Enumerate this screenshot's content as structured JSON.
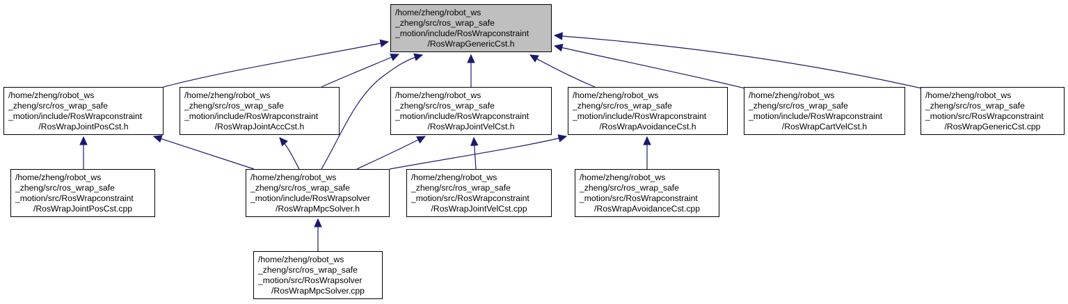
{
  "colors": {
    "edge": "#191970",
    "root_fill": "#bfbfbf",
    "node_fill": "#ffffff",
    "border": "#000000"
  },
  "nodes": [
    {
      "id": "n0",
      "root": true,
      "lines": [
        "/home/zheng/robot_ws",
        "_zheng/src/ros_wrap_safe",
        "_motion/include/RosWrapconstraint",
        "/RosWrapGenericCst.h"
      ]
    },
    {
      "id": "n1",
      "lines": [
        "/home/zheng/robot_ws",
        "_zheng/src/ros_wrap_safe",
        "_motion/include/RosWrapconstraint",
        "/RosWrapJointPosCst.h"
      ]
    },
    {
      "id": "n2",
      "lines": [
        "/home/zheng/robot_ws",
        "_zheng/src/ros_wrap_safe",
        "_motion/include/RosWrapconstraint",
        "/RosWrapJointAccCst.h"
      ]
    },
    {
      "id": "n3",
      "lines": [
        "/home/zheng/robot_ws",
        "_zheng/src/ros_wrap_safe",
        "_motion/include/RosWrapconstraint",
        "/RosWrapJointVelCst.h"
      ]
    },
    {
      "id": "n4",
      "lines": [
        "/home/zheng/robot_ws",
        "_zheng/src/ros_wrap_safe",
        "_motion/include/RosWrapconstraint",
        "/RosWrapAvoidanceCst.h"
      ]
    },
    {
      "id": "n5",
      "lines": [
        "/home/zheng/robot_ws",
        "_zheng/src/ros_wrap_safe",
        "_motion/include/RosWrapconstraint",
        "/RosWrapCartVelCst.h"
      ]
    },
    {
      "id": "n6",
      "lines": [
        "/home/zheng/robot_ws",
        "_zheng/src/ros_wrap_safe",
        "_motion/src/RosWrapconstraint",
        "/RosWrapGenericCst.cpp"
      ]
    },
    {
      "id": "n7",
      "lines": [
        "/home/zheng/robot_ws",
        "_zheng/src/ros_wrap_safe",
        "_motion/src/RosWrapconstraint",
        "/RosWrapJointPosCst.cpp"
      ]
    },
    {
      "id": "n8",
      "lines": [
        "/home/zheng/robot_ws",
        "_zheng/src/ros_wrap_safe",
        "_motion/include/RosWrapsolver",
        "/RosWrapMpcSolver.h"
      ]
    },
    {
      "id": "n9",
      "lines": [
        "/home/zheng/robot_ws",
        "_zheng/src/ros_wrap_safe",
        "_motion/src/RosWrapconstraint",
        "/RosWrapJointVelCst.cpp"
      ]
    },
    {
      "id": "n10",
      "lines": [
        "/home/zheng/robot_ws",
        "_zheng/src/ros_wrap_safe",
        "_motion/src/RosWrapconstraint",
        "/RosWrapAvoidanceCst.cpp"
      ]
    },
    {
      "id": "n11",
      "lines": [
        "/home/zheng/robot_ws",
        "_zheng/src/ros_wrap_safe",
        "_motion/src/RosWrapsolver",
        "/RosWrapMpcSolver.cpp"
      ]
    }
  ],
  "edges": [
    {
      "from": "n1",
      "to": "n0"
    },
    {
      "from": "n2",
      "to": "n0"
    },
    {
      "from": "n3",
      "to": "n0"
    },
    {
      "from": "n4",
      "to": "n0"
    },
    {
      "from": "n5",
      "to": "n0"
    },
    {
      "from": "n6",
      "to": "n0"
    },
    {
      "from": "n8",
      "to": "n0"
    },
    {
      "from": "n7",
      "to": "n1"
    },
    {
      "from": "n8",
      "to": "n1"
    },
    {
      "from": "n8",
      "to": "n2"
    },
    {
      "from": "n8",
      "to": "n3"
    },
    {
      "from": "n9",
      "to": "n3"
    },
    {
      "from": "n8",
      "to": "n4"
    },
    {
      "from": "n10",
      "to": "n4"
    },
    {
      "from": "n11",
      "to": "n8"
    }
  ]
}
